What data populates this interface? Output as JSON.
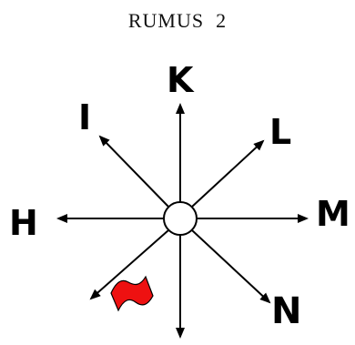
{
  "title": "RUMUS  2",
  "labels": {
    "north": "K",
    "north_west": "I",
    "north_east": "L",
    "east": "M",
    "west": "H",
    "south_east": "N"
  },
  "colors": {
    "flag": "#ee1111",
    "stroke": "#000000"
  }
}
